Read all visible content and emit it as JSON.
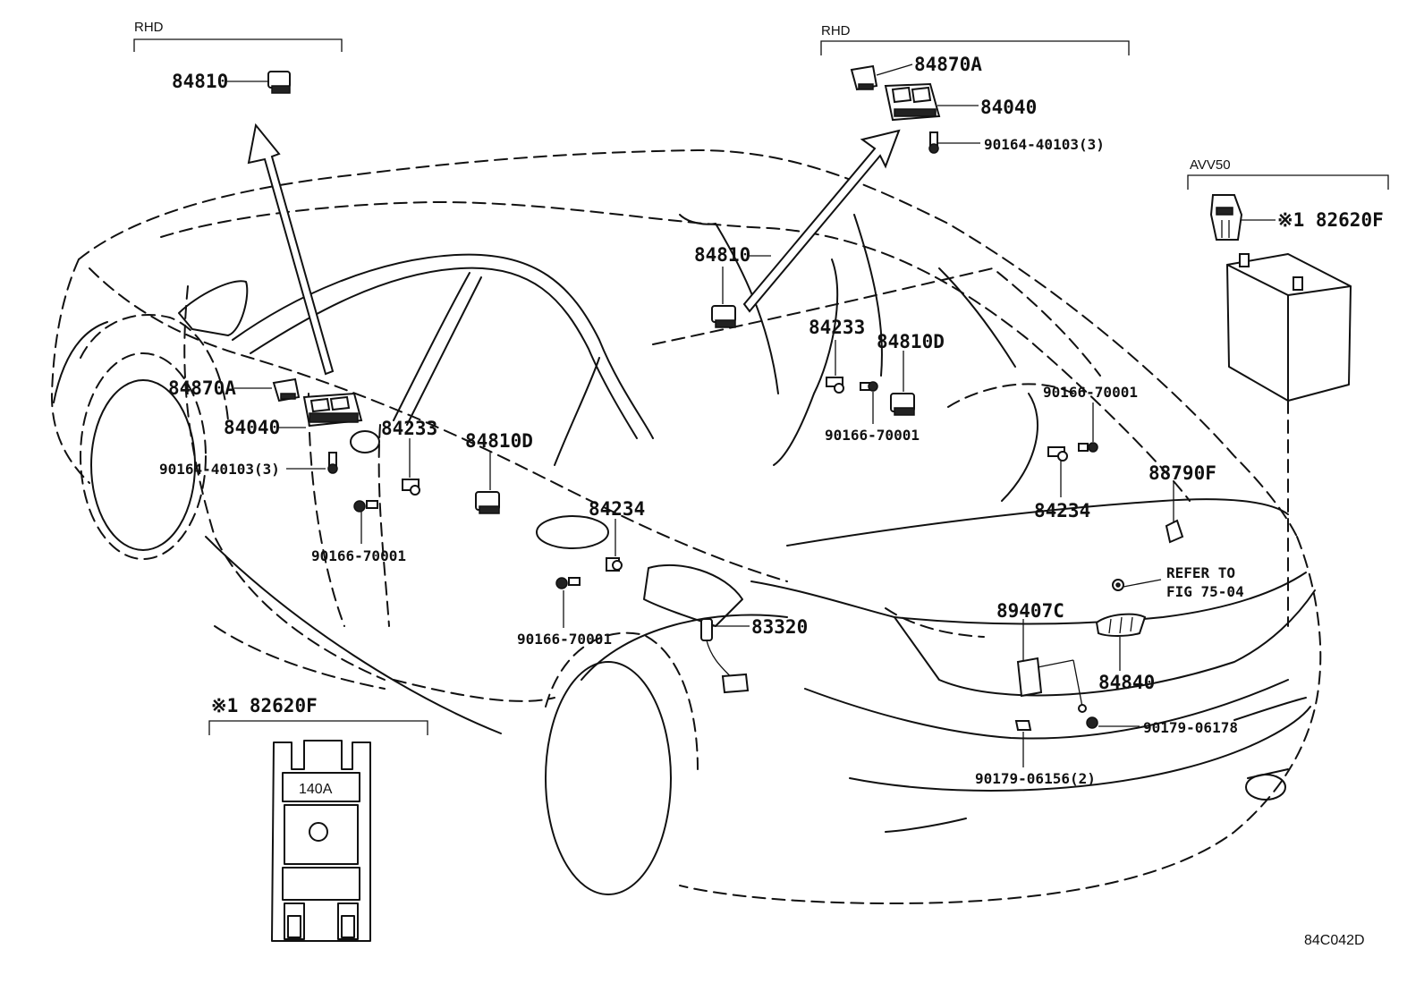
{
  "group_labels": {
    "rhd_left": "RHD",
    "rhd_right": "RHD",
    "avv50": "AVV50"
  },
  "parts": {
    "p84810_top": "84810",
    "p84870A_top": "84870A",
    "p84040_top": "84040",
    "p90164_top": "90164-40103(3)",
    "p82620F_top": "※1 82620F",
    "p84810_mid": "84810",
    "p84233_right": "84233",
    "p84810D_right": "84810D",
    "p90166_right": "90166-70001",
    "p90166_far": "90166-70001",
    "p84234_right": "84234",
    "p88790F": "88790F",
    "p84870A_left": "84870A",
    "p84040_left": "84040",
    "p90164_left": "90164-40103(3)",
    "p84233_left": "84233",
    "p84810D_left": "84810D",
    "p90166_left": "90166-70001",
    "p84234_left": "84234",
    "p90166_lower": "90166-70001",
    "p83320": "83320",
    "p89407C": "89407C",
    "refer_line1": "REFER TO",
    "refer_line2": "FIG 75-04",
    "p84840": "84840",
    "p90179_a": "90179-06178",
    "p90179_b": "90179-06156(2)",
    "detail_title": "※1 82620F",
    "fuse_rating": "140A"
  },
  "figure_code": "84C042D"
}
